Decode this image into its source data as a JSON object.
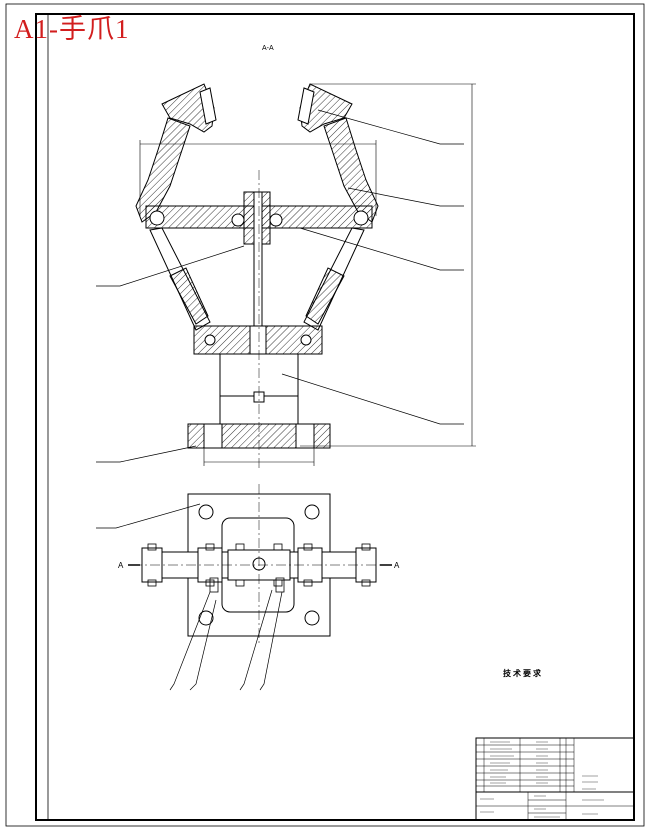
{
  "overlay_title": "A1-手爪1",
  "section_label": "A-A",
  "cut_marks": {
    "left": "A",
    "right": "A"
  },
  "tech_requirements": {
    "title": "技术要求"
  },
  "colors": {
    "title_red": "#d21e1e",
    "line": "#000000"
  }
}
